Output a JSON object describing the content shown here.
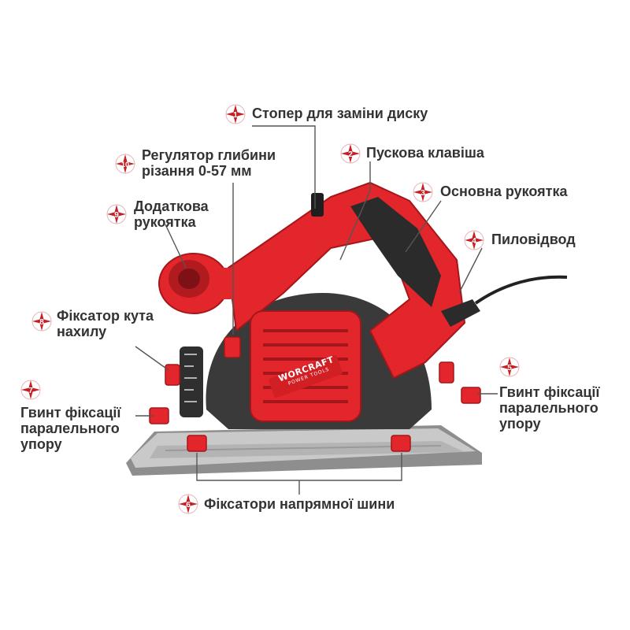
{
  "brand": {
    "name": "WORCRAFT",
    "tagline": "POWER TOOLS"
  },
  "colors": {
    "accent": "#e2262b",
    "badge": "#c71e24",
    "body_dark": "#2b2b2b",
    "plate": "#c4c4c4",
    "text": "#333333"
  },
  "callouts": [
    {
      "number": "1",
      "icon": "badge-compass-icon",
      "lines": [
        "Стопер для заміни диску"
      ]
    },
    {
      "number": "2",
      "icon": "badge-compass-icon",
      "lines": [
        "Пускова клавіша"
      ]
    },
    {
      "number": "3",
      "icon": "badge-compass-icon",
      "lines": [
        "Основна рукоятка"
      ]
    },
    {
      "number": "4",
      "icon": "badge-compass-icon",
      "lines": [
        "Пиловідвод"
      ]
    },
    {
      "number": "5",
      "icon": "badge-compass-icon",
      "lines": [
        "Гвинт фіксації",
        "паралельного",
        "упору"
      ]
    },
    {
      "number": "6",
      "icon": "badge-compass-icon",
      "lines": [
        "Фіксатори напрямної шини"
      ]
    },
    {
      "number": "7",
      "icon": "badge-compass-icon",
      "lines": [
        "Гвинт фіксації",
        "паралельного",
        "упору"
      ]
    },
    {
      "number": "8",
      "icon": "badge-compass-icon",
      "lines": [
        "Фіксатор кута",
        "нахилу"
      ]
    },
    {
      "number": "9",
      "icon": "badge-compass-icon",
      "lines": [
        "Додаткова",
        "рукоятка"
      ]
    },
    {
      "number": "10",
      "icon": "badge-compass-icon",
      "lines": [
        "Регулятор глибини",
        "різання 0-57 мм"
      ]
    }
  ]
}
